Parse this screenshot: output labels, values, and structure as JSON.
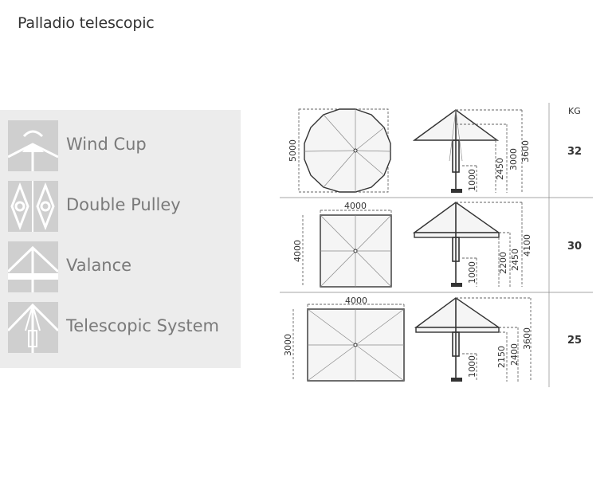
{
  "title": "Palladio telescopic",
  "features": [
    {
      "label": "Wind Cup",
      "icon": "wind-cup-icon"
    },
    {
      "label": "Double Pulley",
      "icon": "double-pulley-icon"
    },
    {
      "label": "Valance",
      "icon": "valance-icon"
    },
    {
      "label": "Telescopic System",
      "icon": "telescopic-system-icon"
    }
  ],
  "weight_header": "KG",
  "models": [
    {
      "shape": "round",
      "plan_width": "",
      "plan_height": "5000",
      "weight": "32",
      "heights": [
        "1000",
        "2450",
        "3000",
        "3600"
      ]
    },
    {
      "shape": "square",
      "plan_width": "4000",
      "plan_height": "4000",
      "weight": "30",
      "heights": [
        "1000",
        "2200",
        "2450",
        "4100"
      ]
    },
    {
      "shape": "rectangular",
      "plan_width": "4000",
      "plan_height": "3000",
      "weight": "25",
      "heights": [
        "1000",
        "2150",
        "2400",
        "3600"
      ]
    }
  ],
  "colors": {
    "panel": "#ececec",
    "icon_bg": "#cfcfcf",
    "label": "#7a7a7a",
    "line": "#333333"
  }
}
